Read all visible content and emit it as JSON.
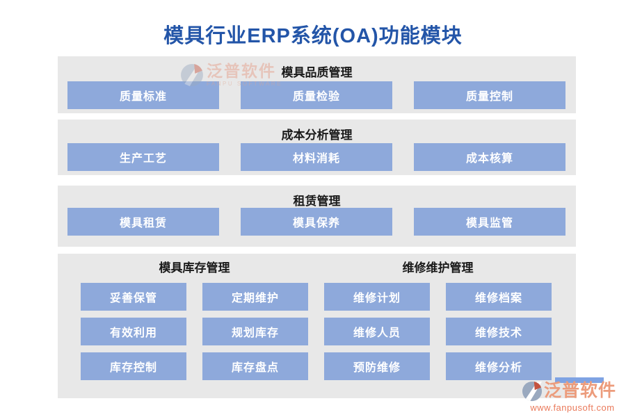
{
  "title": "模具行业ERP系统(OA)功能模块",
  "sections": [
    {
      "header": "模具品质管理",
      "items": [
        "质量标准",
        "质量检验",
        "质量控制"
      ]
    },
    {
      "header": "成本分析管理",
      "items": [
        "生产工艺",
        "材料消耗",
        "成本核算"
      ]
    },
    {
      "header": "租赁管理",
      "items": [
        "模具租赁",
        "模具保养",
        "模具监管"
      ]
    },
    {
      "header_left": "模具库存管理",
      "header_right": "维修维护管理",
      "grid": [
        [
          "妥善保管",
          "定期维护",
          "维修计划",
          "维修档案"
        ],
        [
          "有效利用",
          "规划库存",
          "维修人员",
          "维修技术"
        ],
        [
          "库存控制",
          "库存盘点",
          "预防维修",
          "维修分析"
        ]
      ]
    }
  ],
  "watermark": {
    "name": "泛普软件",
    "name_en": "FANPU SOFTWARE"
  },
  "footer_logo": {
    "name": "泛普软件",
    "url": "www.fanpusoft.com"
  },
  "colors": {
    "title_blue": "#2355A8",
    "item_fill": "#8EA9DB",
    "item_text": "#FFFFFF",
    "panel_bg": "#E8E8E8",
    "header_text": "#1A1A1A",
    "logo_text": "#EC9C7C",
    "logo_url": "#EA7A5B",
    "logo_icon_gray": "#9AA9BF",
    "logo_icon_red": "#C4523F",
    "decorative_bar": "#7FA3E3"
  }
}
